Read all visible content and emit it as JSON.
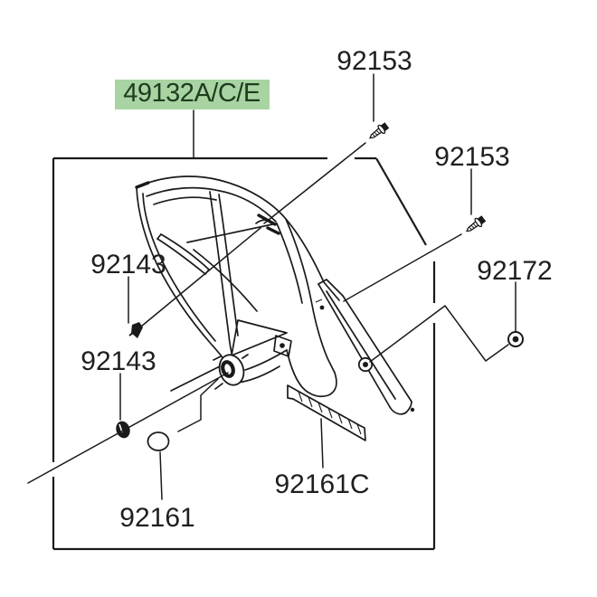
{
  "diagram": {
    "background": "#ffffff",
    "line_color": "#1a1a1a",
    "highlighted_part": {
      "label": "49132A/C/E",
      "highlight_color": "#a8d3a3",
      "text_color": "#1e3c1e"
    },
    "labels": {
      "screw_top": "92153",
      "screw_right": "92153",
      "wellnut": "92172",
      "rivet_upper": "92143",
      "rivet_lower": "92143",
      "pad": "92161",
      "strip": "92161C"
    }
  }
}
